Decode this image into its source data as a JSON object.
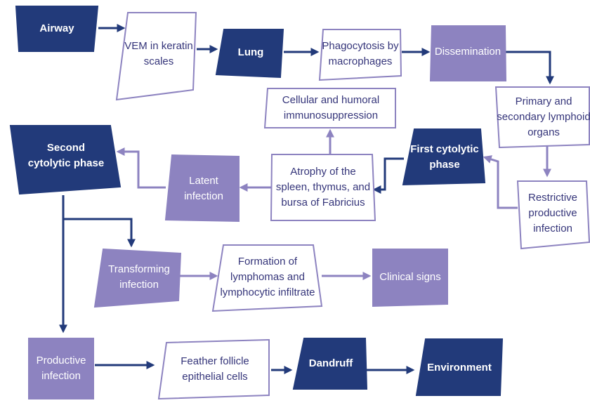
{
  "colors": {
    "dark": "#223a7a",
    "mid": "#8d83c0",
    "outline_text": "#35357a"
  },
  "nodes": {
    "airway": {
      "lines": [
        "Airway"
      ]
    },
    "vem": {
      "lines": [
        "VEM in keratin",
        "scales"
      ]
    },
    "lung": {
      "lines": [
        "Lung"
      ]
    },
    "phagocytosis": {
      "lines": [
        "Phagocytosis by",
        "macrophages"
      ]
    },
    "dissemination": {
      "lines": [
        "Dissemination"
      ]
    },
    "lymphoid": {
      "lines": [
        "Primary and",
        "secondary lymphoid",
        "organs"
      ]
    },
    "restrictive": {
      "lines": [
        "Restrictive",
        "productive",
        "infection"
      ]
    },
    "first_cytolytic": {
      "lines": [
        "First cytolytic",
        "phase"
      ]
    },
    "atrophy": {
      "lines": [
        "Atrophy of the",
        "spleen, thymus, and",
        "bursa of Fabricius"
      ]
    },
    "immunosuppression": {
      "lines": [
        "Cellular and humoral",
        "immunosuppression"
      ]
    },
    "latent": {
      "lines": [
        "Latent",
        "infection"
      ]
    },
    "second_cytolytic": {
      "lines": [
        "Second",
        "cytolytic phase"
      ]
    },
    "transforming": {
      "lines": [
        "Transforming",
        "infection"
      ]
    },
    "lymphomas": {
      "lines": [
        "Formation of",
        "lymphomas and",
        "lymphocytic infiltrate"
      ]
    },
    "clinical": {
      "lines": [
        "Clinical signs"
      ]
    },
    "productive": {
      "lines": [
        "Productive",
        "infection"
      ]
    },
    "feather": {
      "lines": [
        "Feather follicle",
        "epithelial cells"
      ]
    },
    "dandruff": {
      "lines": [
        "Dandruff"
      ]
    },
    "environment": {
      "lines": [
        "Environment"
      ]
    }
  }
}
